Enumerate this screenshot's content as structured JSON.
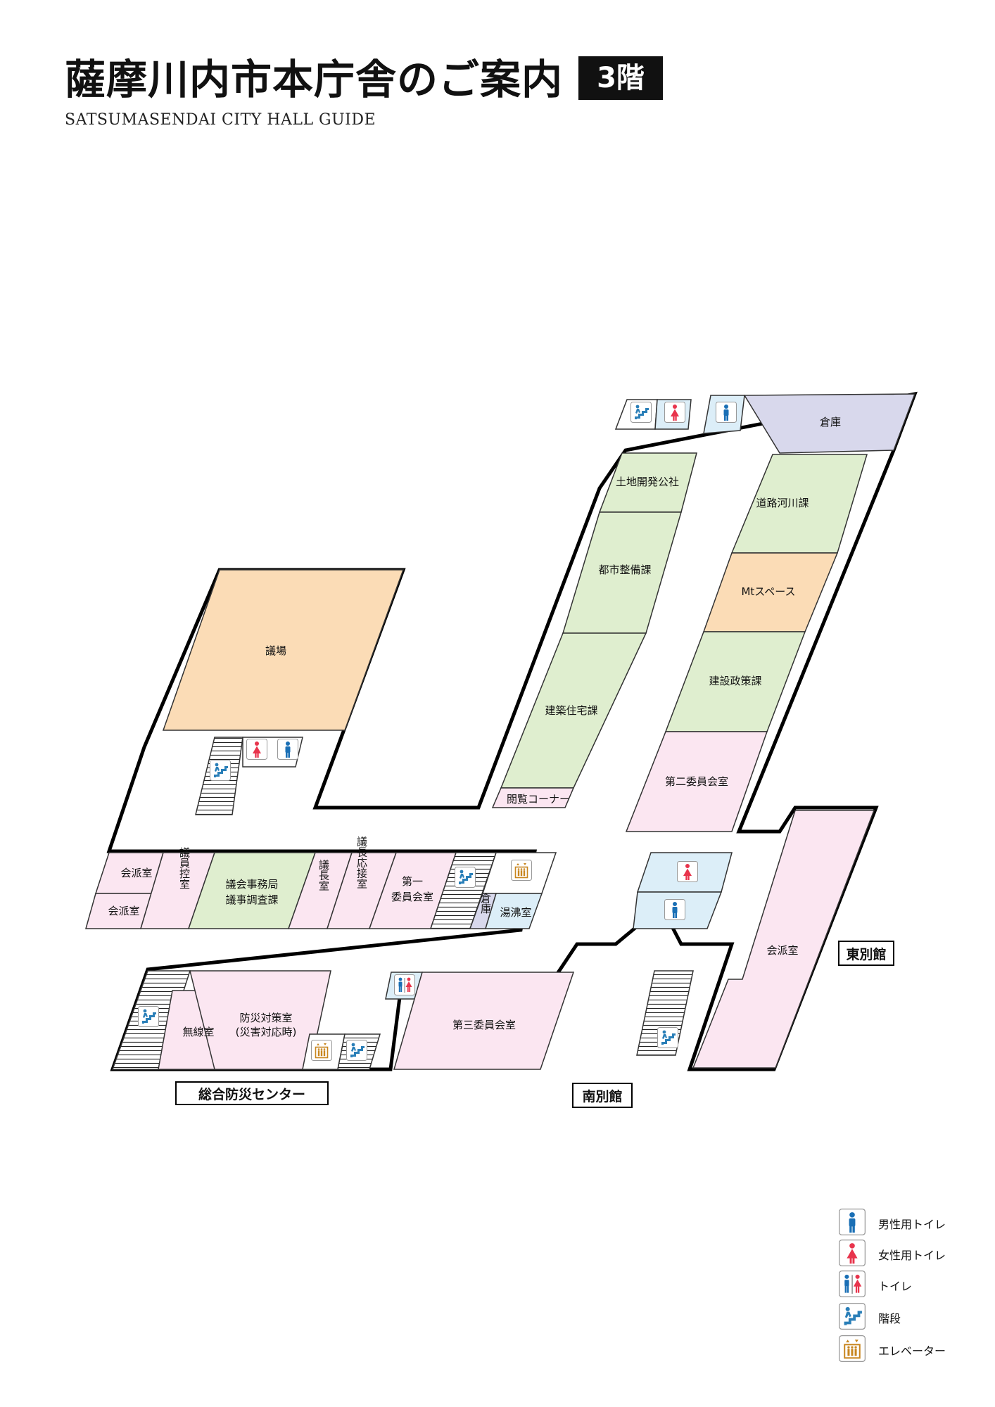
{
  "header": {
    "title": "薩摩川内市本庁舎のご案内",
    "floor": "3階",
    "subtitle": "SATSUMASENDAI  CITY HALL GUIDE"
  },
  "colors": {
    "green": "#dfeecf",
    "pink": "#fbe6f1",
    "orange": "#fbdcb6",
    "lavender": "#d8d8ec",
    "lightblue": "#dceef8",
    "male": "#1a6fb5",
    "female": "#e8344c",
    "stairs": "#2a7fb8",
    "elevator": "#c8861f"
  },
  "rooms": {
    "gijo": "議場",
    "tochi": "土地開発公社",
    "toshi": "都市整備課",
    "kenchiku": "建築住宅課",
    "etsuran": "閲覧コーナー",
    "douro": "道路河川課",
    "mtspace": "Mtスペース",
    "kensetsu": "建設政策課",
    "daini": "第二委員会室",
    "souko_top": "倉庫",
    "kaiha1": "会派室",
    "kaiha2": "会派室",
    "giin_hikae": "議員控室",
    "gikai": [
      "議会事務局",
      "議事調査課"
    ],
    "gicho": "議長室",
    "gicho_osetsu": "議長応接室",
    "daiichi": [
      "第一",
      "委員会室"
    ],
    "souko_small": "倉庫",
    "yuwakashi": "湯沸室",
    "musen": "無線室",
    "bousai": [
      "防災対策室",
      "(災害対応時)"
    ],
    "daisan": "第三委員会室",
    "kaiha_east": "会派室"
  },
  "buildings": {
    "sougou": "総合防災センター",
    "minami": "南別館",
    "higashi": "東別館"
  },
  "legend": {
    "male": "男性用トイレ",
    "female": "女性用トイレ",
    "toilet": "トイレ",
    "stairs": "階段",
    "elevator": "エレベーター"
  }
}
